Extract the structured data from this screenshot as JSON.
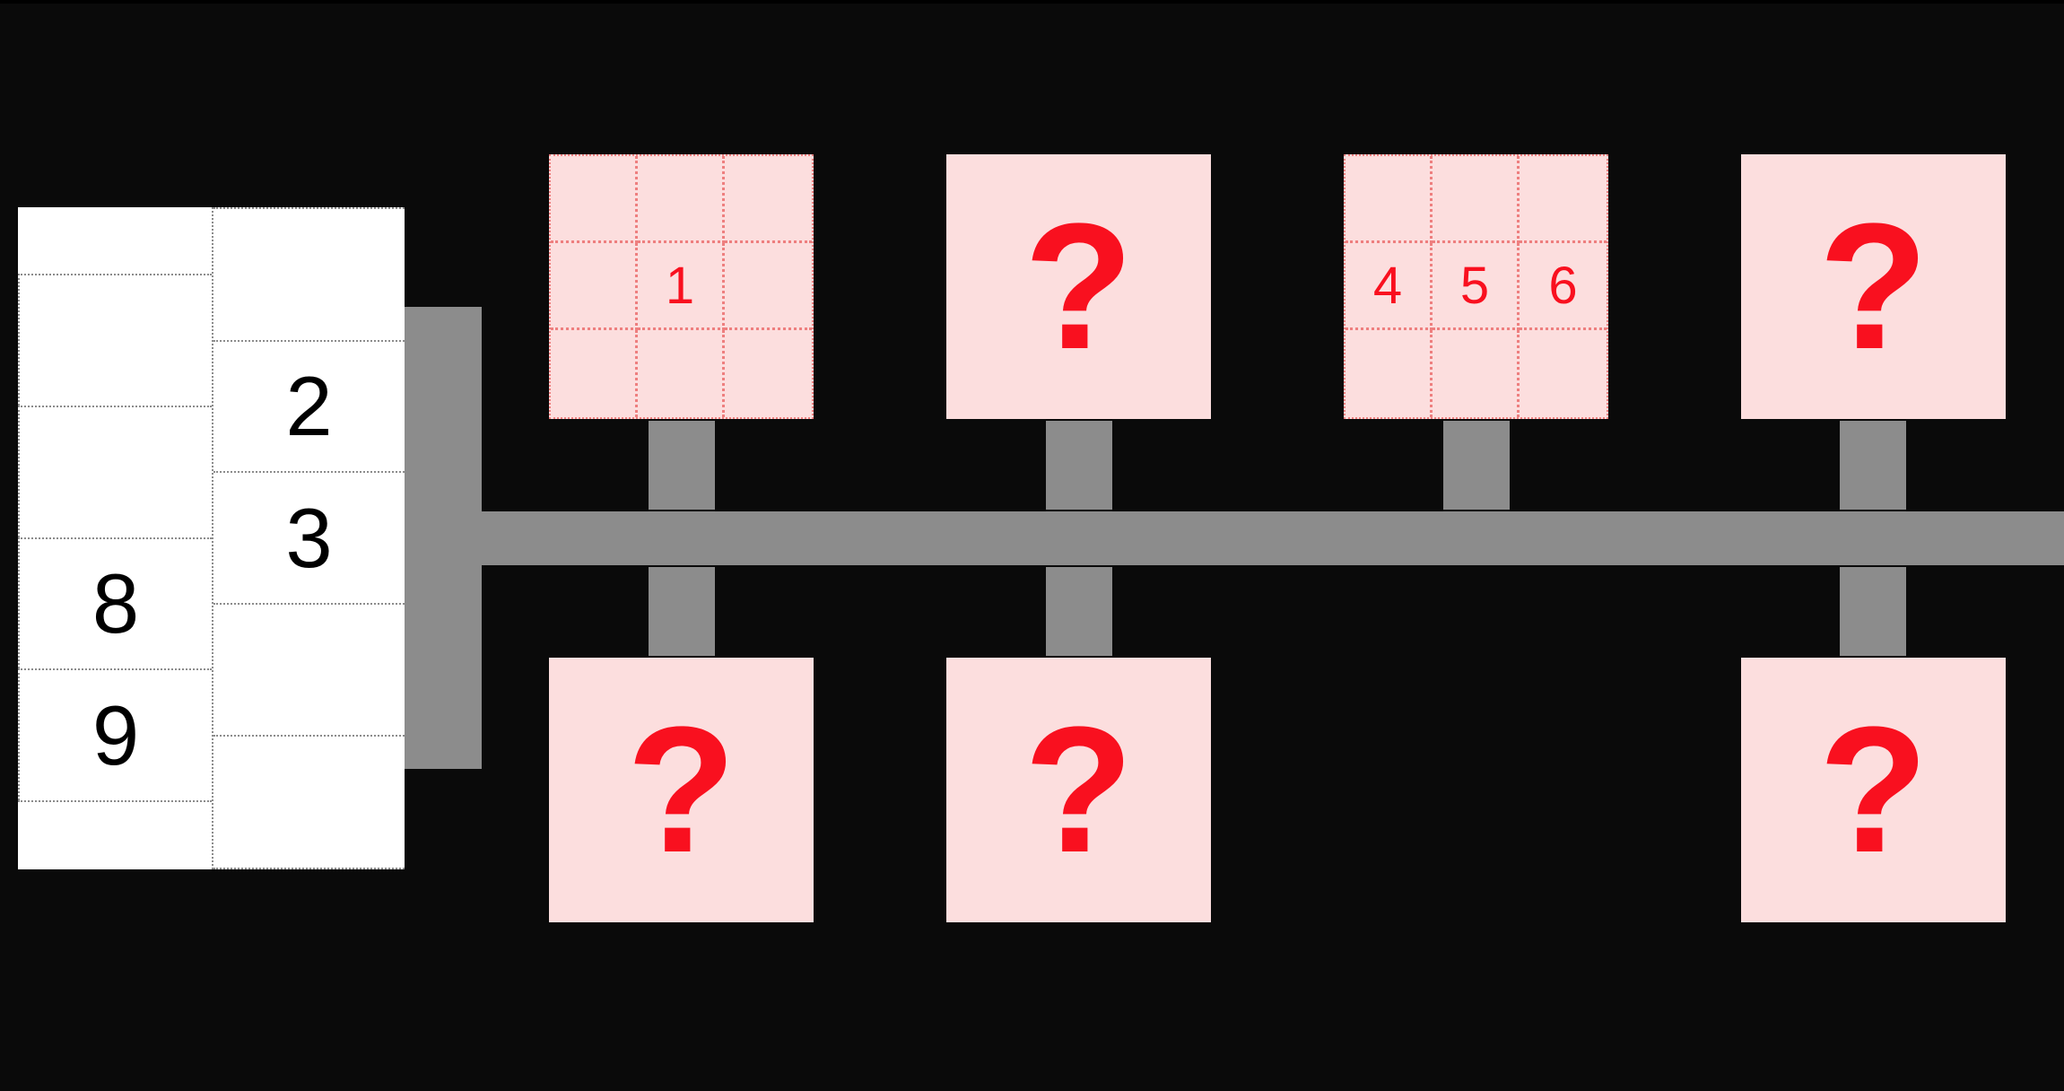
{
  "colors": {
    "background": "#0a0a0a",
    "connector": "#8c8c8c",
    "box_fill": "#fcdede",
    "accent_red": "#f9101f",
    "grid_dots": "#ee7f7f",
    "panel": "#ffffff"
  },
  "stack": {
    "left_column": [
      "",
      "",
      "",
      "8",
      "9",
      ""
    ],
    "right_column": [
      "",
      "2",
      "3",
      "",
      ""
    ]
  },
  "top_row": [
    {
      "type": "grid",
      "cells": [
        "",
        "",
        "",
        "",
        "1",
        "",
        "",
        "",
        ""
      ]
    },
    {
      "type": "unknown",
      "symbol": "?"
    },
    {
      "type": "grid",
      "cells": [
        "",
        "",
        "",
        "4",
        "5",
        "6",
        "",
        "",
        ""
      ]
    },
    {
      "type": "unknown",
      "symbol": "?"
    }
  ],
  "bottom_row": [
    {
      "type": "unknown",
      "symbol": "?"
    },
    {
      "type": "unknown",
      "symbol": "?"
    },
    null,
    {
      "type": "unknown",
      "symbol": "?"
    }
  ]
}
